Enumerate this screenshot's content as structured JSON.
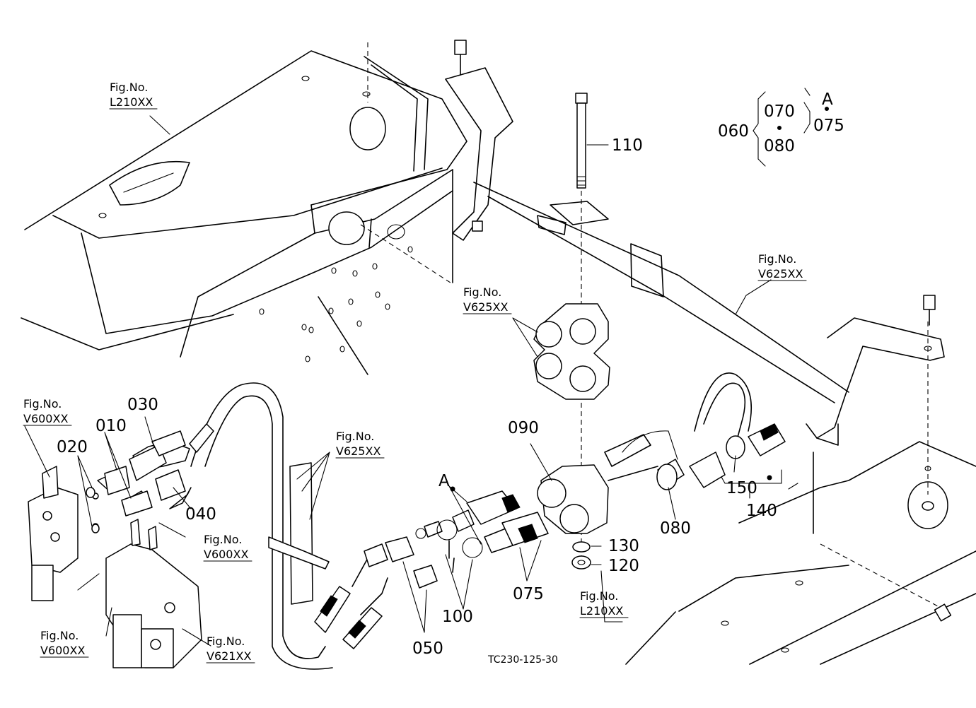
{
  "part_labels": {
    "p010": "010",
    "p020": "020",
    "p030": "030",
    "p040": "040",
    "p050": "050",
    "p060": "060",
    "p070": "070",
    "p075a": "075",
    "p075b": "075",
    "p080a": "080",
    "p080b": "080",
    "p090": "090",
    "p100": "100",
    "p110": "110",
    "p120": "120",
    "p130": "130",
    "p140": "140",
    "p150": "150"
  },
  "markers": {
    "a_legend": "A",
    "a_diagram": "A"
  },
  "fig_refs": [
    {
      "line1": "Fig.No.",
      "line2": "L210XX"
    },
    {
      "line1": "Fig.No.",
      "line2": "V625XX"
    },
    {
      "line1": "Fig.No.",
      "line2": "V625XX"
    },
    {
      "line1": "Fig.No.",
      "line2": "V600XX"
    },
    {
      "line1": "Fig.No.",
      "line2": "V625XX"
    },
    {
      "line1": "Fig.No.",
      "line2": "V600XX"
    },
    {
      "line1": "Fig.No.",
      "line2": "V600XX"
    },
    {
      "line1": "Fig.No.",
      "line2": "V621XX"
    },
    {
      "line1": "Fig.No.",
      "line2": "L210XX"
    }
  ],
  "drawing_code": "TC230-125-30"
}
